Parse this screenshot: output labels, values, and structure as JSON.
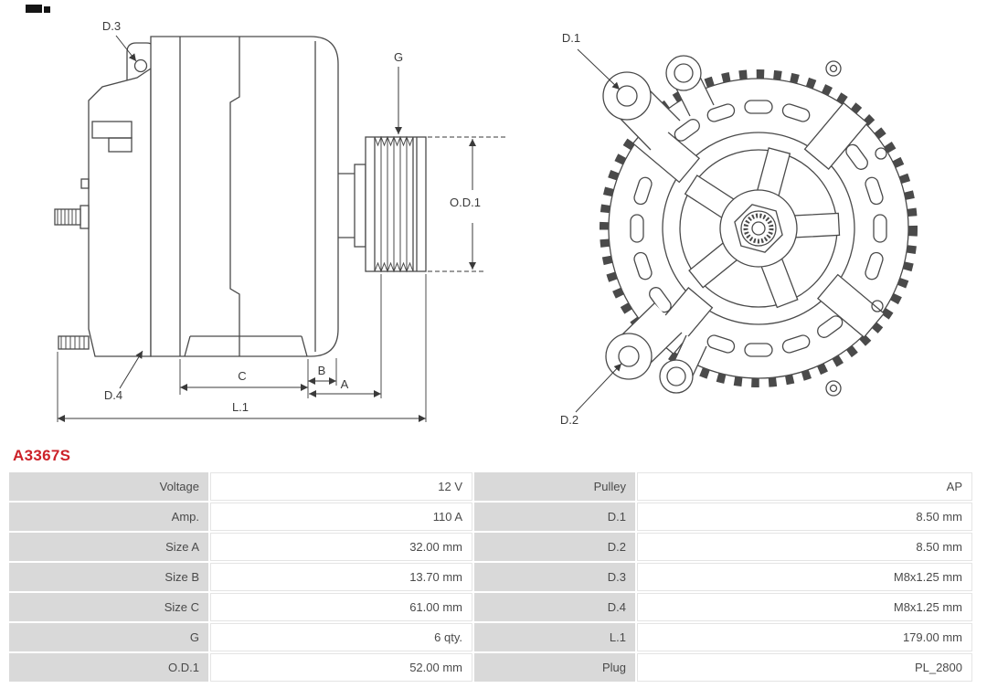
{
  "part_number": "A3367S",
  "colors": {
    "accent": "#cc2229",
    "table_label_bg": "#d9d9d9",
    "table_value_border": "#e4e4e4",
    "table_text": "#4a4a4a",
    "line": "#4a4a4a"
  },
  "diagrams": {
    "side_view": {
      "labels": {
        "d3": "D.3",
        "d4": "D.4",
        "g": "G",
        "od1": "O.D.1",
        "a": "A",
        "b": "B",
        "c": "C",
        "l1": "L.1"
      }
    },
    "rear_view": {
      "labels": {
        "d1": "D.1",
        "d2": "D.2"
      }
    }
  },
  "spec_table": {
    "rows": [
      {
        "label_left": "Voltage",
        "value_left": "12 V",
        "label_right": "Pulley",
        "value_right": "AP"
      },
      {
        "label_left": "Amp.",
        "value_left": "110 A",
        "label_right": "D.1",
        "value_right": "8.50 mm"
      },
      {
        "label_left": "Size A",
        "value_left": "32.00 mm",
        "label_right": "D.2",
        "value_right": "8.50 mm"
      },
      {
        "label_left": "Size B",
        "value_left": "13.70 mm",
        "label_right": "D.3",
        "value_right": "M8x1.25 mm"
      },
      {
        "label_left": "Size C",
        "value_left": "61.00 mm",
        "label_right": "D.4",
        "value_right": "M8x1.25 mm"
      },
      {
        "label_left": "G",
        "value_left": "6 qty.",
        "label_right": "L.1",
        "value_right": "179.00 mm"
      },
      {
        "label_left": "O.D.1",
        "value_left": "52.00 mm",
        "label_right": "Plug",
        "value_right": "PL_2800"
      }
    ]
  }
}
